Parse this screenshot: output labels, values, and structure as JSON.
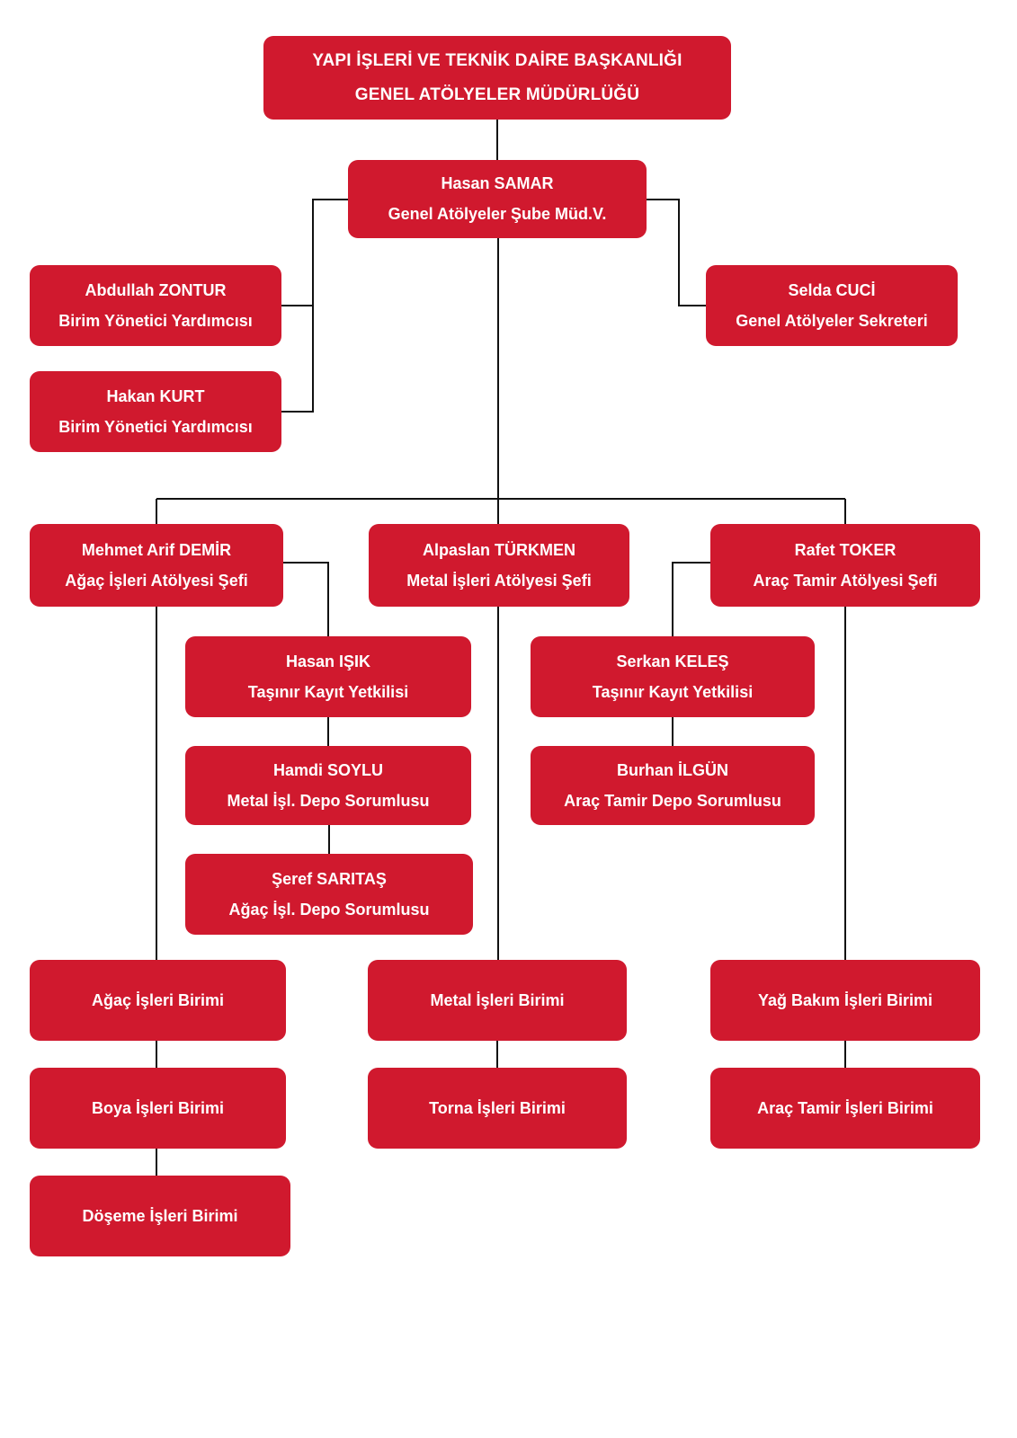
{
  "org_chart": {
    "box_color": "#D0192E",
    "text_color": "#FFFFFF",
    "line_color": "#111111",
    "nodes": {
      "root": {
        "line1": "YAPI İŞLERİ VE TEKNİK DAİRE BAŞKANLIĞI",
        "line2": "GENEL ATÖLYELER MÜDÜRLÜĞÜ"
      },
      "hasan_samar": {
        "line1": "Hasan SAMAR",
        "line2": "Genel Atölyeler Şube Müd.V."
      },
      "abdullah_zontur": {
        "line1": "Abdullah ZONTUR",
        "line2": "Birim Yönetici Yardımcısı"
      },
      "hakan_kurt": {
        "line1": "Hakan KURT",
        "line2": "Birim Yönetici Yardımcısı"
      },
      "selda_cuci": {
        "line1": "Selda CUCİ",
        "line2": "Genel Atölyeler Sekreteri"
      },
      "mehmet_arif_demir": {
        "line1": "Mehmet Arif DEMİR",
        "line2": "Ağaç İşleri Atölyesi Şefi"
      },
      "alpaslan_turkmen": {
        "line1": "Alpaslan TÜRKMEN",
        "line2": "Metal İşleri Atölyesi Şefi"
      },
      "rafet_toker": {
        "line1": "Rafet TOKER",
        "line2": "Araç Tamir Atölyesi Şefi"
      },
      "hasan_isik": {
        "line1": "Hasan IŞIK",
        "line2": "Taşınır Kayıt Yetkilisi"
      },
      "hamdi_soylu": {
        "line1": "Hamdi SOYLU",
        "line2": "Metal İşl. Depo Sorumlusu"
      },
      "seref_saritas": {
        "line1": "Şeref SARITAŞ",
        "line2": "Ağaç İşl. Depo Sorumlusu"
      },
      "serkan_keles": {
        "line1": "Serkan KELEŞ",
        "line2": "Taşınır Kayıt Yetkilisi"
      },
      "burhan_ilgun": {
        "line1": "Burhan İLGÜN",
        "line2": "Araç Tamir Depo Sorumlusu"
      },
      "agac_isleri_birimi": {
        "line1": "Ağaç İşleri Birimi"
      },
      "metal_isleri_birimi": {
        "line1": "Metal İşleri Birimi"
      },
      "yag_bakim_isleri_birimi": {
        "line1": "Yağ Bakım İşleri Birimi"
      },
      "boya_isleri_birimi": {
        "line1": "Boya İşleri Birimi"
      },
      "torna_isleri_birimi": {
        "line1": "Torna İşleri Birimi"
      },
      "arac_tamir_isleri_birimi": {
        "line1": "Araç Tamir İşleri Birimi"
      },
      "doseme_isleri_birimi": {
        "line1": "Döşeme İşleri Birimi"
      }
    }
  }
}
